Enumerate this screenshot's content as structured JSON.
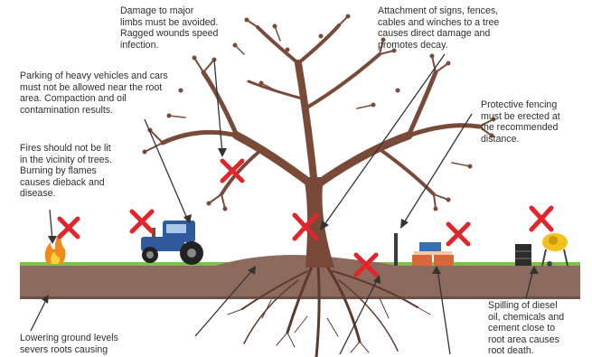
{
  "annotations": {
    "limbs": "Damage to major\nlimbs must be avoided.\nRagged wounds speed\ninfection.",
    "signs": "Attachment of signs, fences,\ncables and winches to a tree\ncauses direct damage and\npromotes decay.",
    "vehicles": "Parking of heavy vehicles and cars\nmust not be allowed near the root\narea. Compaction and oil\ncontamination results.",
    "fencing": "Protective fencing\nmust be erected at\nthe recommended\ndistance.",
    "fires": "Fires should not be lit\nin the vicinity of trees.\nBurning by flames\ncauses dieback and\ndisease.",
    "diesel": "Spilling of diesel\noil, chemicals and\ncement close to\nroot area causes\nroot death.",
    "levels": "Lowering ground levels\nsevers roots causing"
  },
  "colors": {
    "tree": "#7a4a38",
    "soil": "#8c6a5d",
    "grass": "#7fbf4a",
    "cross": "#e0262b",
    "text": "#2e2e2e",
    "tractor": "#2f5b9e"
  },
  "icons": [
    "cross-mark-icon",
    "tractor-icon",
    "fire-icon",
    "fence-post-icon",
    "barrier-icon",
    "oil-drum-icon",
    "cement-mixer-icon"
  ]
}
